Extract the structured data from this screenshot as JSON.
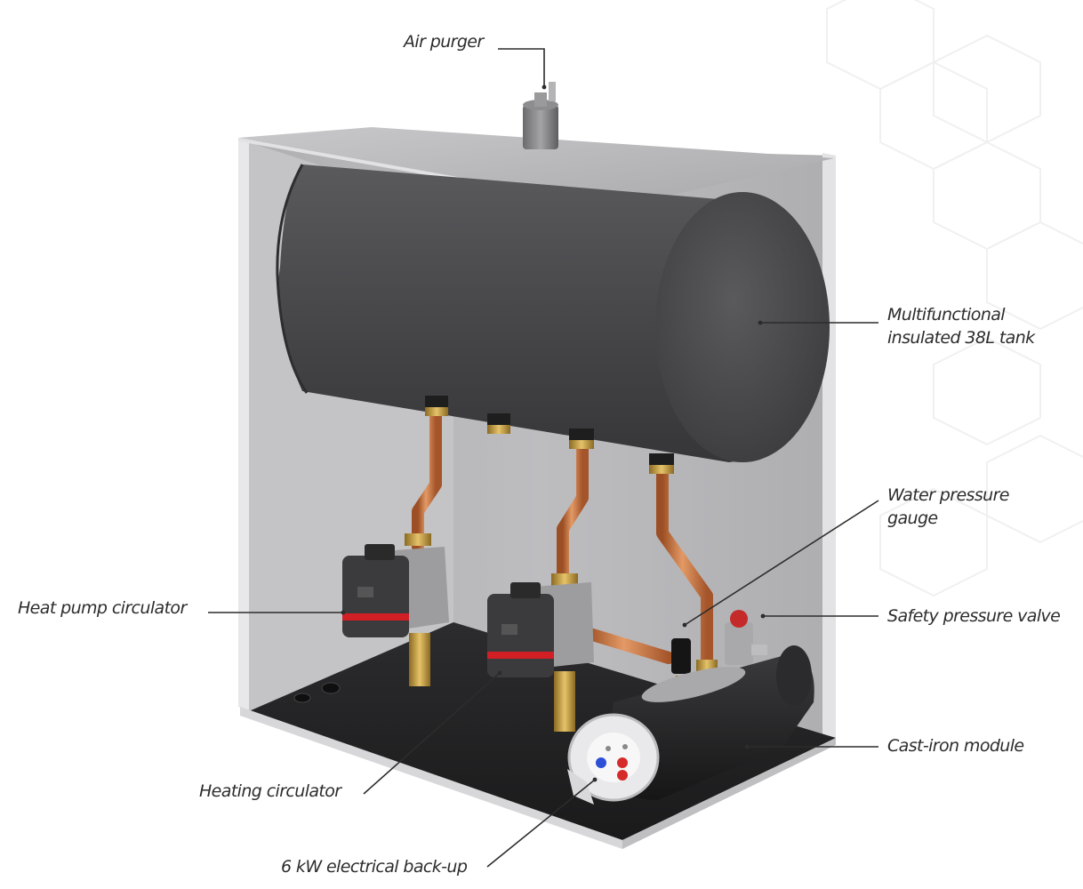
{
  "labels": {
    "air_purger": "Air purger",
    "tank_line1": "Multifunctional",
    "tank_line2": "insulated 38L tank",
    "gauge_line1": "Water pressure",
    "gauge_line2": "gauge",
    "heat_pump_circulator": "Heat pump circulator",
    "safety_valve": "Safety pressure valve",
    "cast_iron_module": "Cast-iron module",
    "heating_circulator": "Heating circulator",
    "electrical_backup": "6 kW electrical back-up"
  },
  "colors": {
    "tank": "#4a4a4c",
    "casing_inner": "#b8b8ba",
    "casing_edge": "#e6e6e8",
    "copper": "#c8703c",
    "brass": "#c9a24a",
    "pump_body": "#3b3b3d",
    "pump_stripe": "#d21f26",
    "leader_line": "#2c2c2c"
  }
}
